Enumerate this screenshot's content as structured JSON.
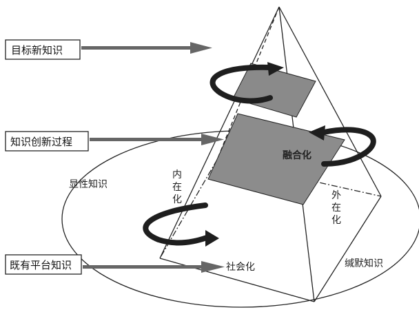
{
  "left_boxes": [
    {
      "label": "目标新知识"
    },
    {
      "label": "知识创新过程"
    },
    {
      "label": "既有平台知识"
    }
  ],
  "diagram_labels": {
    "explicit_knowledge": "显性知识",
    "tacit_knowledge": "缄默知识",
    "internalization": [
      "内",
      "在",
      "化"
    ],
    "externalization": [
      "外",
      "在",
      "化"
    ],
    "combination": "融合化",
    "socialization": "社会化"
  },
  "colors": {
    "stroke": "#222222",
    "arrow_fill": "#666666",
    "plane_fill": "#8c8c8c",
    "plane_small_fill": "#8a8a8a",
    "spiral_fill": "#1e1e1e",
    "background": "#ffffff"
  }
}
